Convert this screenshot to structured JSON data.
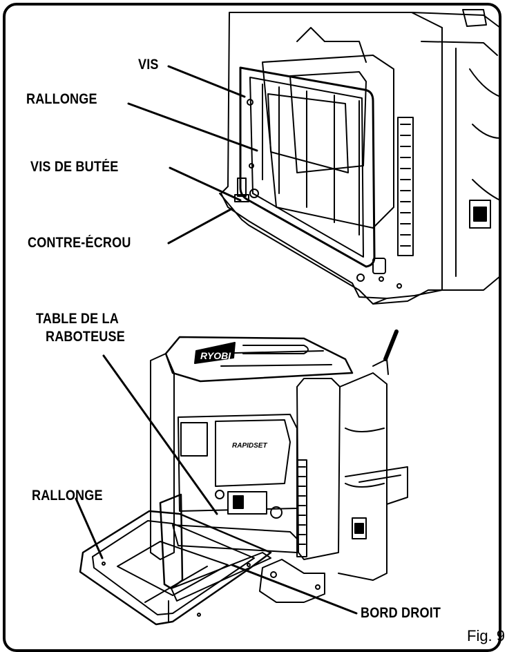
{
  "labels": {
    "vis": "VIS",
    "rallonge_top": "RALLONGE",
    "vis_de_butee": "VIS DE BUTÉE",
    "contre_ecrou": "CONTRE-ÉCROU",
    "table_line1": "TABLE DE LA",
    "table_line2": "RABOTEUSE",
    "rallonge_bottom": "RALLONGE",
    "bord_droit": "BORD DROIT"
  },
  "brand": {
    "logo_text": "RYOBI",
    "feature_text": "RAPIDSET"
  },
  "figure_label": "Fig. 9"
}
